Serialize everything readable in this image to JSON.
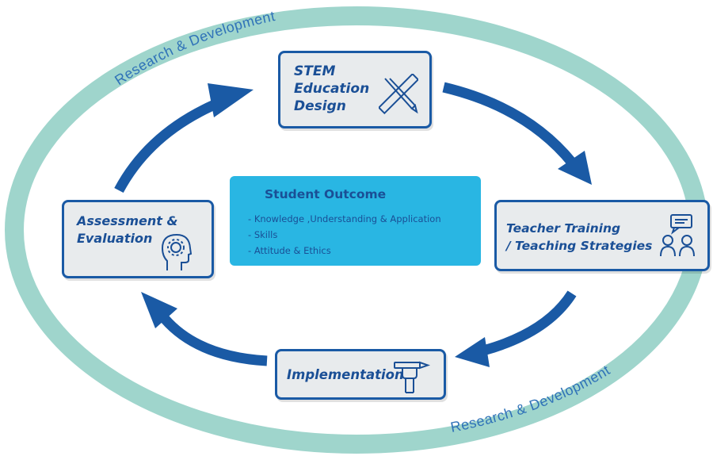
{
  "ring_label_top": "Research & Development",
  "ring_label_bottom": "Research & Development",
  "colors": {
    "ring": "#9fd5cc",
    "arrow": "#1a5aa5",
    "box_border": "#1a5aa5",
    "box_fill": "#e8ebed",
    "outcome_fill": "#29b6e3",
    "text": "#1a4f96"
  },
  "stages": {
    "stem": {
      "label": "STEM\nEducation\nDesign",
      "icon": "ruler-pencil-icon"
    },
    "teacher": {
      "label": "Teacher Training\n/ Teaching Strategies",
      "icon": "chat-people-icon"
    },
    "implementation": {
      "label": "Implementation",
      "icon": "hand-pencil-icon"
    },
    "assessment": {
      "label": "Assessment &\nEvaluation",
      "icon": "head-gear-icon"
    }
  },
  "outcome": {
    "title": "Student Outcome",
    "items": [
      "Knowledge ,Understanding & Application",
      "Skills",
      "Attitude & Ethics"
    ]
  }
}
